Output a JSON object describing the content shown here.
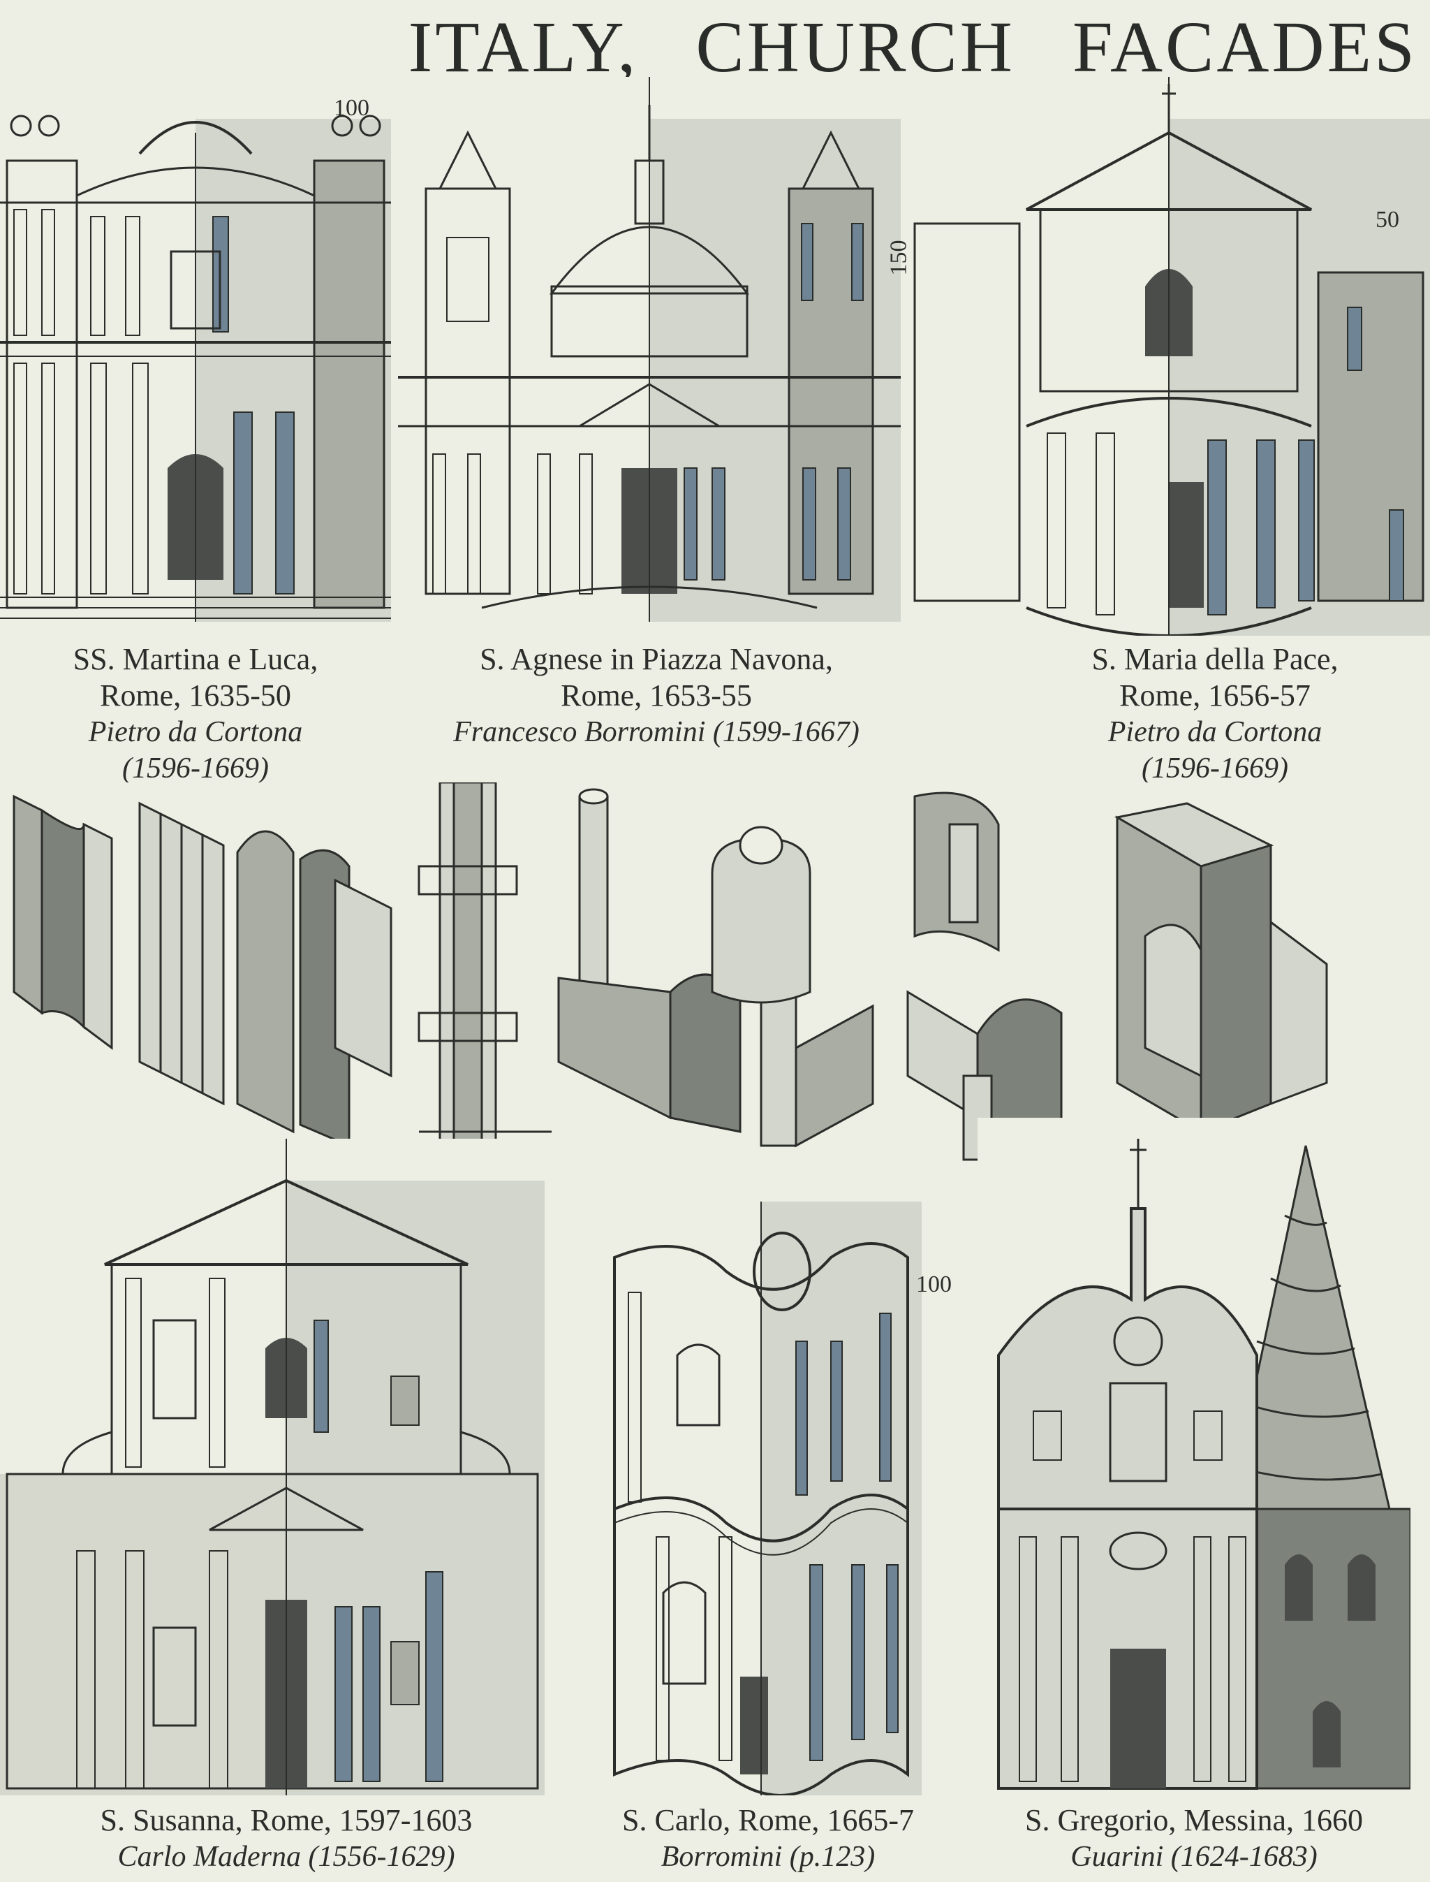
{
  "title": "ITALY, CHURCH FACADES",
  "colors": {
    "paper": "#eeefe4",
    "ink": "#2b2d2a",
    "wash_light": "#d3d6cd",
    "wash_mid": "#a9ada4",
    "wash_dark": "#7d827b",
    "column_blue": "#6f8596"
  },
  "scales": {
    "martina": "100",
    "agnese": "150",
    "pace": "50",
    "carlo": "100"
  },
  "top_row": [
    {
      "line1": "SS. Martina e Luca,",
      "line2": "Rome, 1635-50",
      "line3": "Pietro da Cortona",
      "line4": "(1596-1669)"
    },
    {
      "line1": "S. Agnese in Piazza Navona,",
      "line2": "Rome, 1653-55",
      "line3": "Francesco Borromini (1599-1667)",
      "line4": ""
    },
    {
      "line1": "S. Maria della Pace,",
      "line2": "Rome, 1656-57",
      "line3": "Pietro da Cortona",
      "line4": "(1596-1669)"
    }
  ],
  "bottom_row": [
    {
      "line1": "S. Susanna, Rome, 1597-1603",
      "line3": "Carlo Maderna (1556-1629)"
    },
    {
      "line1": "S. Carlo, Rome, 1665-7",
      "line3": "Borromini (p.123)"
    },
    {
      "line1": "S. Gregorio, Messina, 1660",
      "line3": "Guarini (1624-1683)"
    }
  ]
}
